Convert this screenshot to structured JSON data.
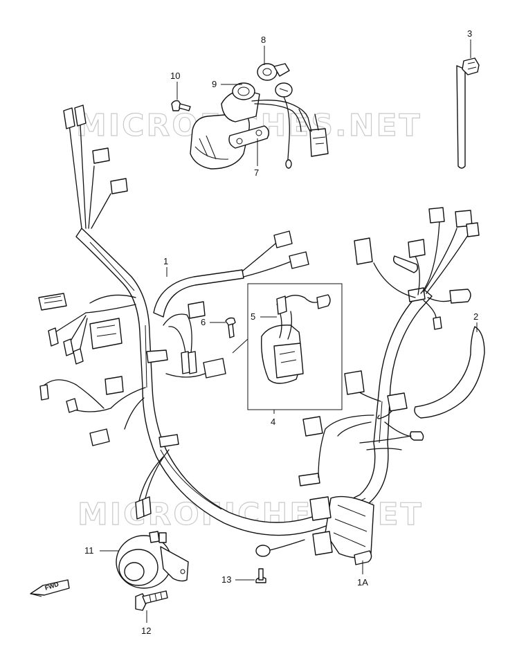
{
  "watermark": {
    "top": "MICROFICHES.NET",
    "bottom": "MICROFICHES.NET"
  },
  "direction_marker": "FWD",
  "callouts": [
    {
      "id": "1",
      "label": "1"
    },
    {
      "id": "1A",
      "label": "1A"
    },
    {
      "id": "2",
      "label": "2"
    },
    {
      "id": "3",
      "label": "3"
    },
    {
      "id": "4",
      "label": "4"
    },
    {
      "id": "5",
      "label": "5"
    },
    {
      "id": "6",
      "label": "6"
    },
    {
      "id": "7",
      "label": "7"
    },
    {
      "id": "8",
      "label": "8"
    },
    {
      "id": "9",
      "label": "9"
    },
    {
      "id": "10",
      "label": "10"
    },
    {
      "id": "11",
      "label": "11"
    },
    {
      "id": "12",
      "label": "12"
    },
    {
      "id": "13",
      "label": "13"
    }
  ],
  "colors": {
    "line": "#111111",
    "watermark": "#c9c9c9",
    "background": "#ffffff"
  }
}
